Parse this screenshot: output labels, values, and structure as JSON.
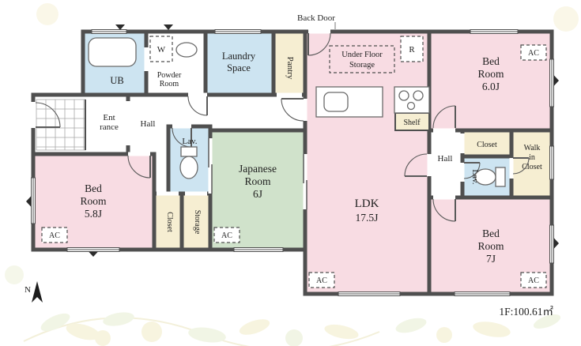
{
  "colors": {
    "wall": "#4f4f4f",
    "pink": "#f8dce3",
    "blue": "#cde4f1",
    "green": "#d0e2cb",
    "cream": "#f6eed2",
    "white": "#ffffff"
  },
  "plan": {
    "back_door": "Back Door",
    "area_total": "1F:100.61㎡",
    "compass_n": "N",
    "ac": "AC",
    "washer": "W",
    "fridge": "R",
    "shelf": "Shelf",
    "under_floor": {
      "line1": "Under Floor",
      "line2": "Storage"
    },
    "rooms": {
      "ldk": {
        "name": "LDK",
        "area": "17.5J"
      },
      "bedroom_6": {
        "l1": "Bed",
        "l2": "Room",
        "l3": "6.0J"
      },
      "bedroom_58": {
        "l1": "Bed",
        "l2": "Room",
        "l3": "5.8J"
      },
      "bedroom_7": {
        "l1": "Bed",
        "l2": "Room",
        "l3": "7J"
      },
      "japanese": {
        "l1": "Japanese",
        "l2": "Room",
        "l3": "6J"
      },
      "laundry": {
        "l1": "Laundry",
        "l2": "Space"
      },
      "powder": {
        "l1": "Powder",
        "l2": "Room"
      },
      "entrance": {
        "l1": "Ent",
        "l2": "rance"
      },
      "wic": {
        "l1": "Walk",
        "l2": "in",
        "l3": "Closet"
      },
      "ub": "UB",
      "pantry": "Pantry",
      "hall1": "Hall",
      "hall2": "Hall",
      "lav": "Lav.",
      "closet": "Closet",
      "storage": "Storage"
    }
  }
}
